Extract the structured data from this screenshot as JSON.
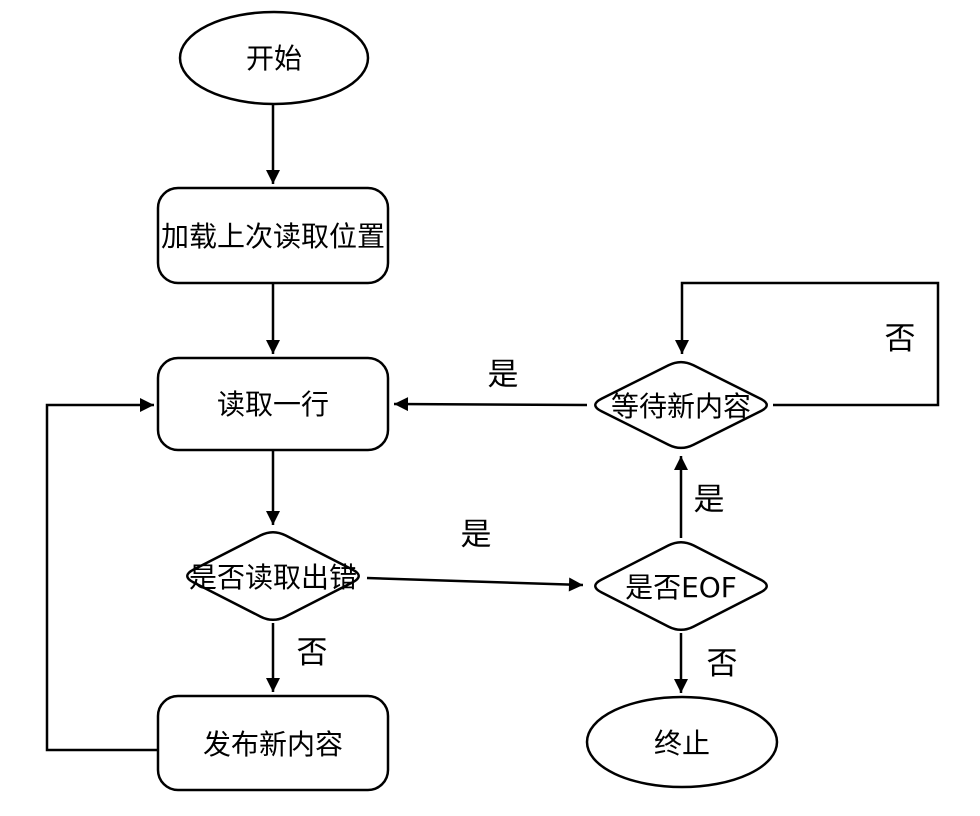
{
  "diagram": {
    "title": "tail-follow flowchart",
    "colors": {
      "background": "#ffffff",
      "shape_fill": "#ffffff",
      "stroke": "#000000",
      "text": "#000000"
    },
    "nodes": {
      "start": {
        "type": "ellipse",
        "label": "开始"
      },
      "load_position": {
        "type": "rounded-rect",
        "label": "加载上次读取位置"
      },
      "read_line": {
        "type": "rounded-rect",
        "label": "读取一行"
      },
      "read_error": {
        "type": "diamond",
        "label": "是否读取出错"
      },
      "publish": {
        "type": "rounded-rect",
        "label": "发布新内容"
      },
      "wait_new": {
        "type": "diamond",
        "label": "等待新内容"
      },
      "is_eof": {
        "type": "diamond",
        "label": "是否EOF"
      },
      "terminate": {
        "type": "ellipse",
        "label": "终止"
      }
    },
    "edges": {
      "start_to_load": {
        "from": "start",
        "to": "load_position",
        "label": ""
      },
      "load_to_read": {
        "from": "load_position",
        "to": "read_line",
        "label": ""
      },
      "read_to_error": {
        "from": "read_line",
        "to": "read_error",
        "label": ""
      },
      "error_to_publish": {
        "from": "read_error",
        "to": "publish",
        "label": "否"
      },
      "publish_to_read": {
        "from": "publish",
        "to": "read_line",
        "label": ""
      },
      "error_to_eof": {
        "from": "read_error",
        "to": "is_eof",
        "label": "是"
      },
      "eof_to_wait": {
        "from": "is_eof",
        "to": "wait_new",
        "label": "是"
      },
      "eof_to_terminate": {
        "from": "is_eof",
        "to": "terminate",
        "label": "否"
      },
      "wait_to_read": {
        "from": "wait_new",
        "to": "read_line",
        "label": "是"
      },
      "wait_self_loop": {
        "from": "wait_new",
        "to": "wait_new",
        "label": "否"
      }
    }
  }
}
